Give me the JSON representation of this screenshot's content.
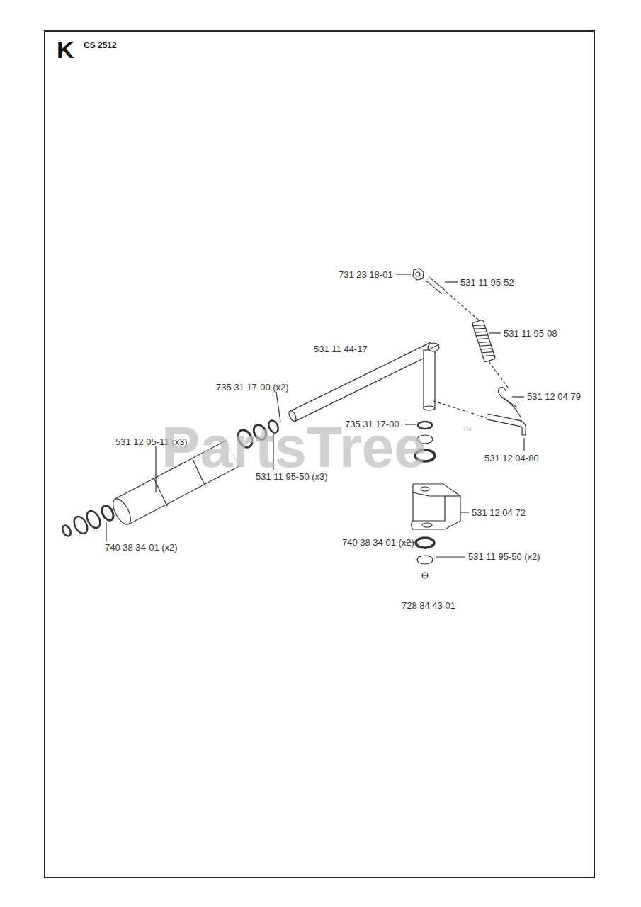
{
  "diagram": {
    "labels": [
      "K",
      "CS 2512",
      "731 23 18-01",
      "531 11 95-52",
      "531 11 95-08",
      "531 11 44-17",
      "735 31 17-00 (x2)",
      "531 12 04 79",
      "735 31 17-00",
      "531 12 05-11 (x3)",
      "531 12 04-80",
      "531 11 95-50 (x3)",
      "531 12 04 72",
      "740 38 34-01 (x2)",
      "740 38 34 01 (x2)",
      "531 11 95-50 (x2)",
      "728 84 43 01",
      "PartsTree",
      "™"
    ]
  }
}
